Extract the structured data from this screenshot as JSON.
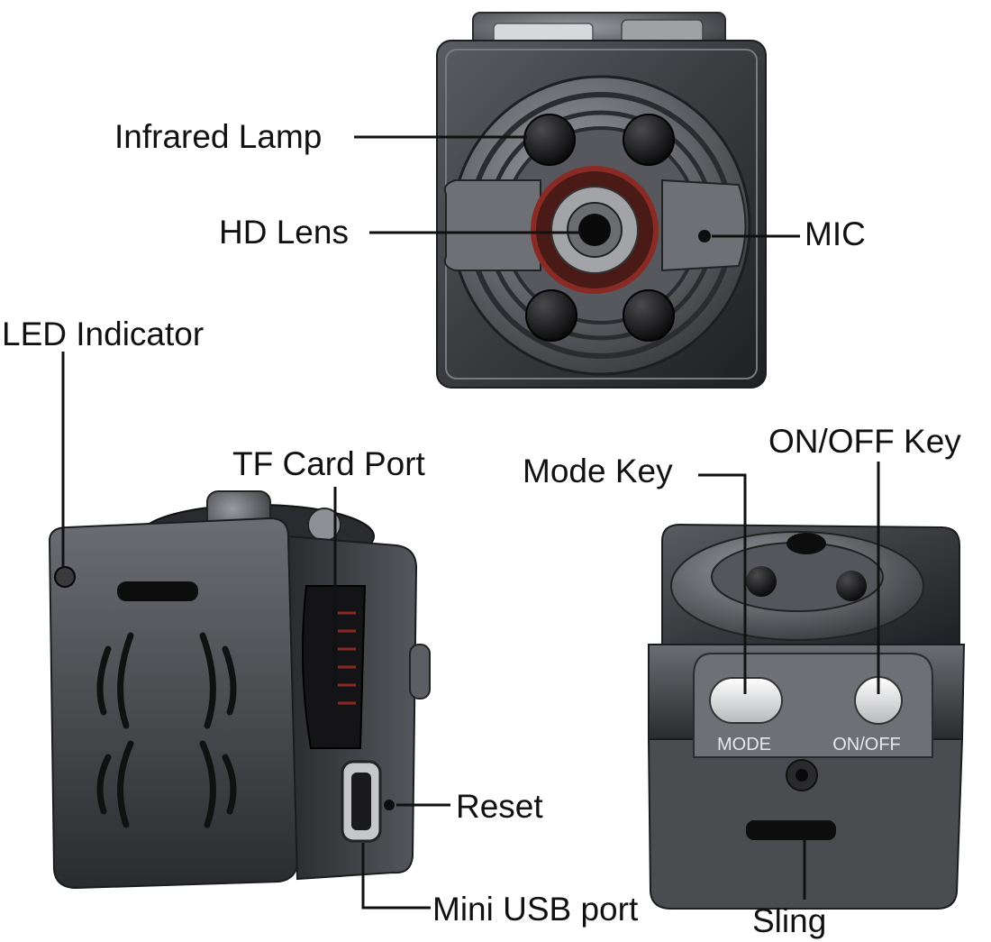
{
  "labels": {
    "infrared_lamp": "Infrared Lamp",
    "hd_lens": "HD Lens",
    "mic": "MIC",
    "led_indicator": "LED Indicator",
    "tf_card_port": "TF Card Port",
    "reset": "Reset",
    "mini_usb_port": "Mini USB port",
    "mode_key": "Mode Key",
    "on_off_key": "ON/OFF Key",
    "sling": "Sling"
  },
  "button_text": {
    "mode": "MODE",
    "on_off": "ON/OFF"
  },
  "colors": {
    "metal_dark": "#2e2f33",
    "metal_mid": "#5c5e63",
    "metal_light": "#b9bbbf",
    "lens_red": "#8a2a24",
    "leader_line": "#111111"
  }
}
